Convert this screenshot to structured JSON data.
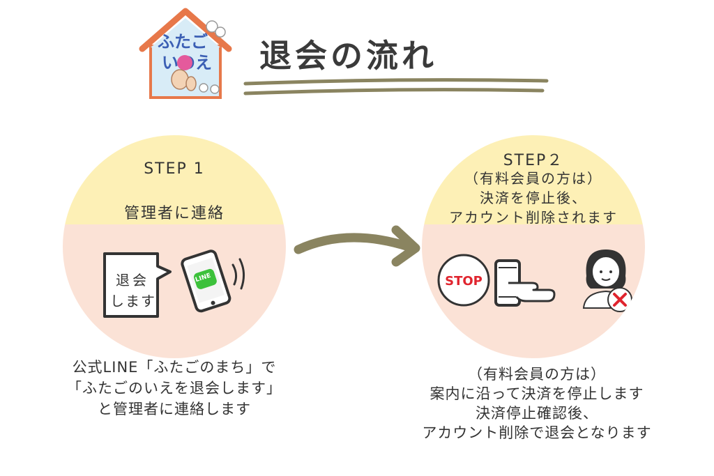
{
  "logo": {
    "text_line1": "ふたご",
    "text_line2": "いのえ"
  },
  "title": "退会の流れ",
  "step1": {
    "label": "STEP 1",
    "heading": "管理者に連絡",
    "speech_line1": "退会",
    "speech_line2": "します",
    "app_badge": "LINE",
    "caption": [
      "公式LINE「ふたごのまち」で",
      "「ふたごのいえを退会します」",
      "と管理者に連絡します"
    ]
  },
  "step2": {
    "label": "STEP２",
    "heading": [
      "（有料会員の方は）",
      "決済を停止後、",
      "アカウント削除されます"
    ],
    "stop_label": "STOP",
    "caption": [
      "（有料会員の方は）",
      "案内に沿って決済を停止します",
      "決済停止確認後、",
      "アカウント削除で退会となります"
    ]
  },
  "colors": {
    "circle_top": "#fdf0b6",
    "circle_bottom": "#fbe2d6",
    "arrow": "#8a8460",
    "line_green": "#3cc13b",
    "stop_red": "#e0242e",
    "house_roof": "#e7784a",
    "house_wall": "#d8ecf7"
  }
}
